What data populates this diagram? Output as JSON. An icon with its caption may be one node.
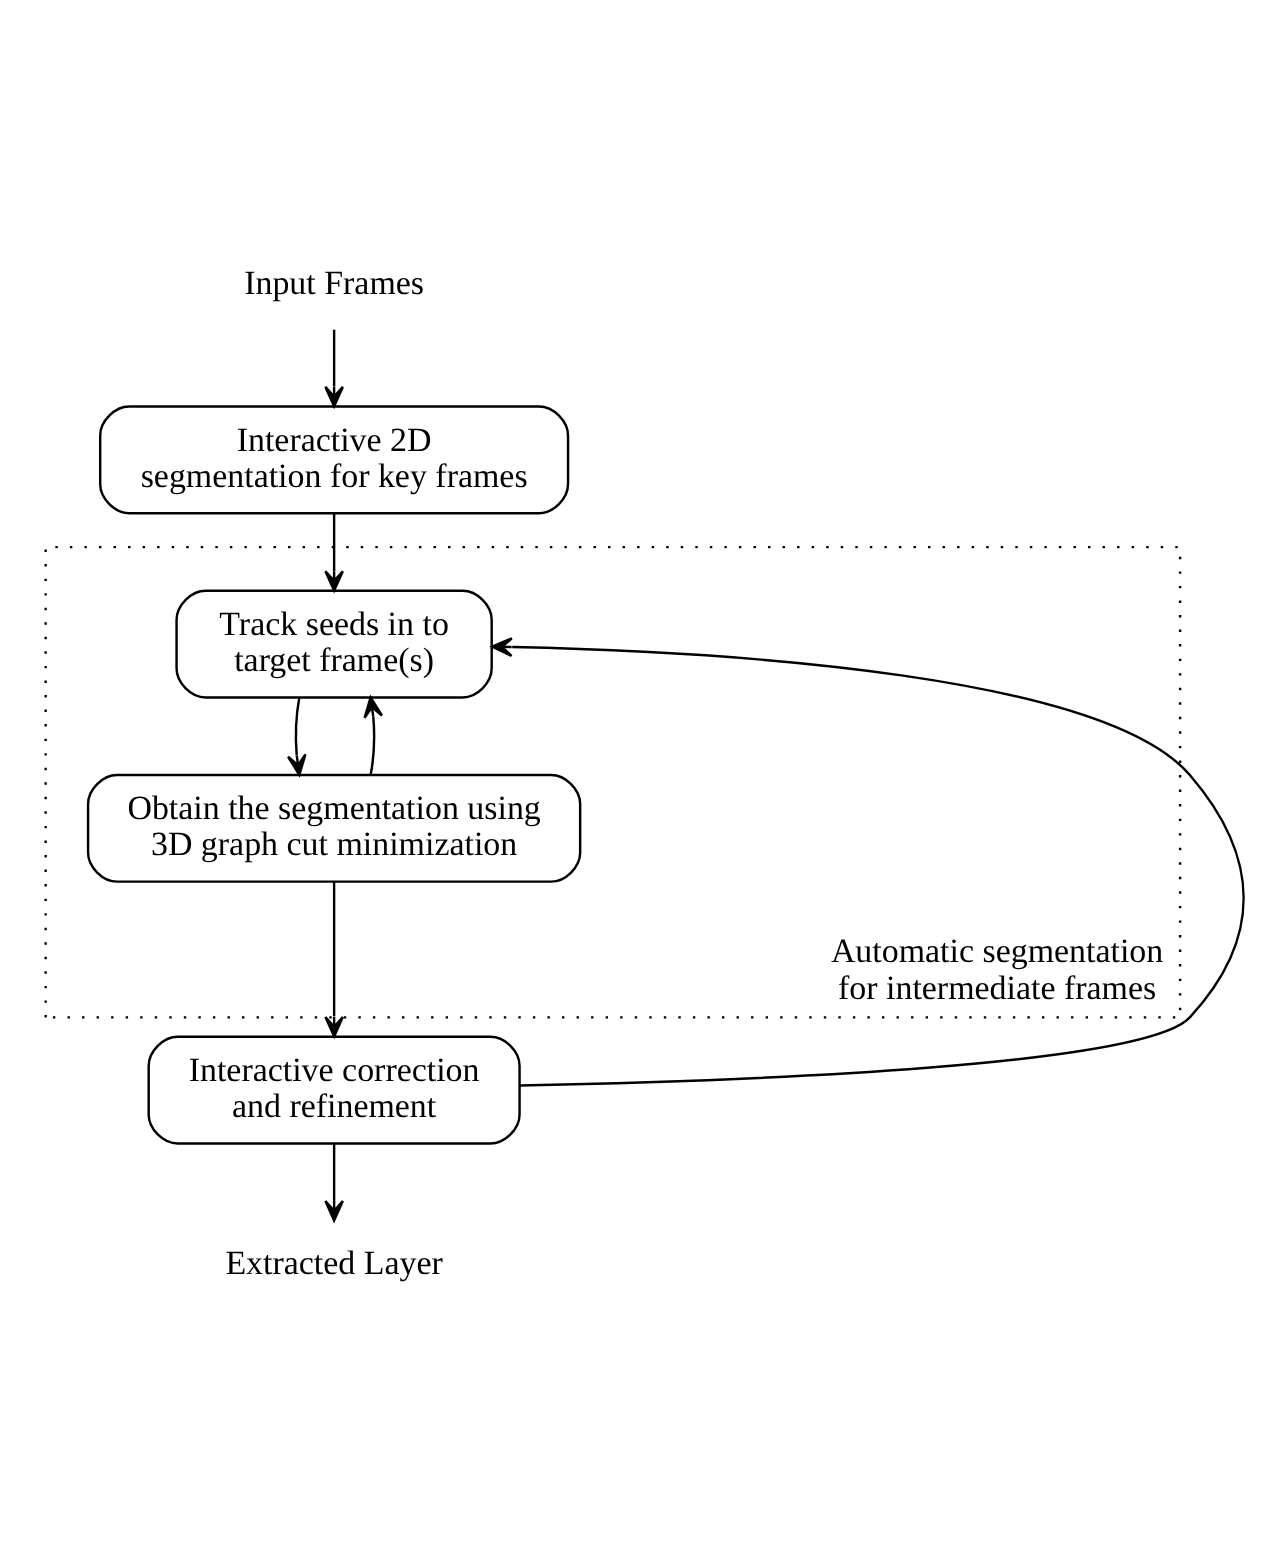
{
  "diagram": {
    "nodes": [
      {
        "text": [
          "Input Frames"
        ]
      },
      {
        "text": [
          "Interactive 2D segmentation for key frames"
        ]
      },
      {
        "text": [
          "Automatic segmentation for intermediate frames"
        ]
      },
      {
        "text": [
          "Track seeds in to target frame(s)"
        ],
        "in": 2
      },
      {
        "text": [
          "Obtain the segmentation using 3D graph cut minimization"
        ],
        "in": 2
      },
      {
        "text": [
          "Interactive correction and refinement"
        ]
      },
      {
        "text": [
          "Extracted Layer"
        ]
      }
    ],
    "edges": [
      {
        "from": 0,
        "to": 1,
        "arrow": "to"
      },
      {
        "from": 1,
        "to": 3,
        "arrow": "to"
      },
      {
        "from": 3,
        "to": 4,
        "arrow": "to"
      },
      {
        "from": 4,
        "to": 3,
        "arrow": "to"
      },
      {
        "from": 4,
        "to": 5,
        "arrow": "to"
      },
      {
        "from": 5,
        "to": 6,
        "arrow": "to"
      },
      {
        "from": 5,
        "to": 3,
        "arrow": "to"
      }
    ]
  }
}
